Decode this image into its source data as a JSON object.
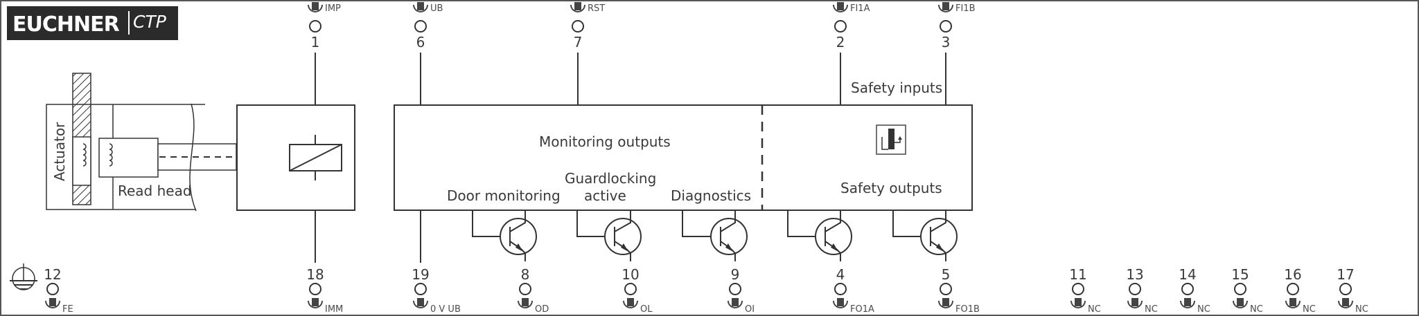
{
  "logo": {
    "brand": "EUCHNER",
    "product": "CTP"
  },
  "labels": {
    "actuator": "Actuator",
    "read_head": "Read head",
    "monitoring_outputs": "Monitoring outputs",
    "safety_inputs": "Safety inputs",
    "safety_outputs": "Safety outputs",
    "door_monitoring": "Door monitoring",
    "guardlocking_line1": "Guardlocking",
    "guardlocking_line2": "active",
    "diagnostics": "Diagnostics"
  },
  "top_terminals": [
    {
      "num": "1",
      "tag": "IMP"
    },
    {
      "num": "6",
      "tag": "UB"
    },
    {
      "num": "7",
      "tag": "RST"
    },
    {
      "num": "2",
      "tag": "FI1A"
    },
    {
      "num": "3",
      "tag": "FI1B"
    }
  ],
  "bottom_terminals": [
    {
      "num": "12",
      "tag": "FE"
    },
    {
      "num": "18",
      "tag": "IMM"
    },
    {
      "num": "19",
      "tag": "0 V UB"
    },
    {
      "num": "8",
      "tag": "OD"
    },
    {
      "num": "10",
      "tag": "OL"
    },
    {
      "num": "9",
      "tag": "OI"
    },
    {
      "num": "4",
      "tag": "FO1A"
    },
    {
      "num": "5",
      "tag": "FO1B"
    },
    {
      "num": "11",
      "tag": "NC"
    },
    {
      "num": "13",
      "tag": "NC"
    },
    {
      "num": "14",
      "tag": "NC"
    },
    {
      "num": "15",
      "tag": "NC"
    },
    {
      "num": "16",
      "tag": "NC"
    },
    {
      "num": "17",
      "tag": "NC"
    }
  ]
}
